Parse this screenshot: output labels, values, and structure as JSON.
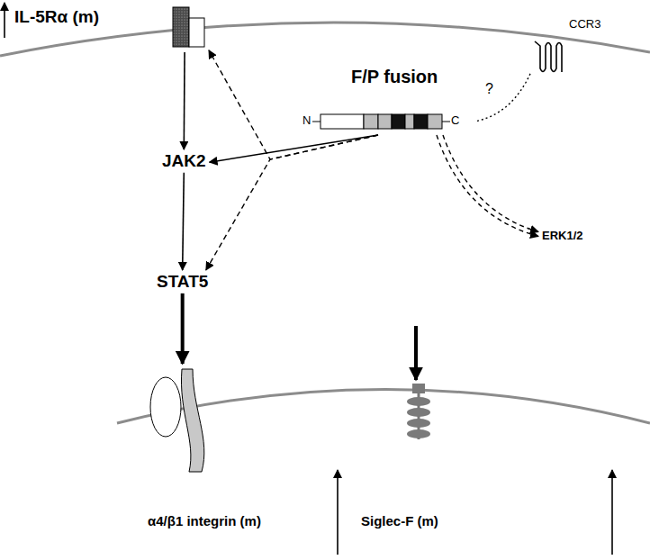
{
  "diagram": {
    "nodes": [
      {
        "text": [
          "IL-5Rα (m)"
        ]
      },
      {
        "text": [
          "CCR3"
        ]
      },
      {
        "text": [
          "F/P fusion"
        ]
      },
      {
        "text": [
          "JAK2"
        ]
      },
      {
        "text": [
          "ERK1/2"
        ]
      },
      {
        "text": [
          "STAT5"
        ]
      },
      {
        "text": [
          "α4/β1 integrin (m)"
        ]
      },
      {
        "text": [
          "Siglec-F (m)"
        ]
      }
    ],
    "edges": [
      {
        "from": 0,
        "to": 3,
        "arrow": "to"
      },
      {
        "from": 3,
        "to": 5,
        "arrow": "to"
      },
      {
        "from": 2,
        "to": 3,
        "arrow": "to"
      },
      {
        "from": 2,
        "to": 0,
        "arrow": "to"
      },
      {
        "from": 2,
        "to": 5,
        "arrow": "to"
      },
      {
        "from": 2,
        "to": 4,
        "arrow": "to"
      },
      {
        "from": 2,
        "to": 1,
        "label": "?",
        "arrow": "none"
      },
      {
        "from": 5,
        "to": 6,
        "arrow": "to"
      }
    ],
    "labels": [
      "N",
      "C"
    ]
  }
}
